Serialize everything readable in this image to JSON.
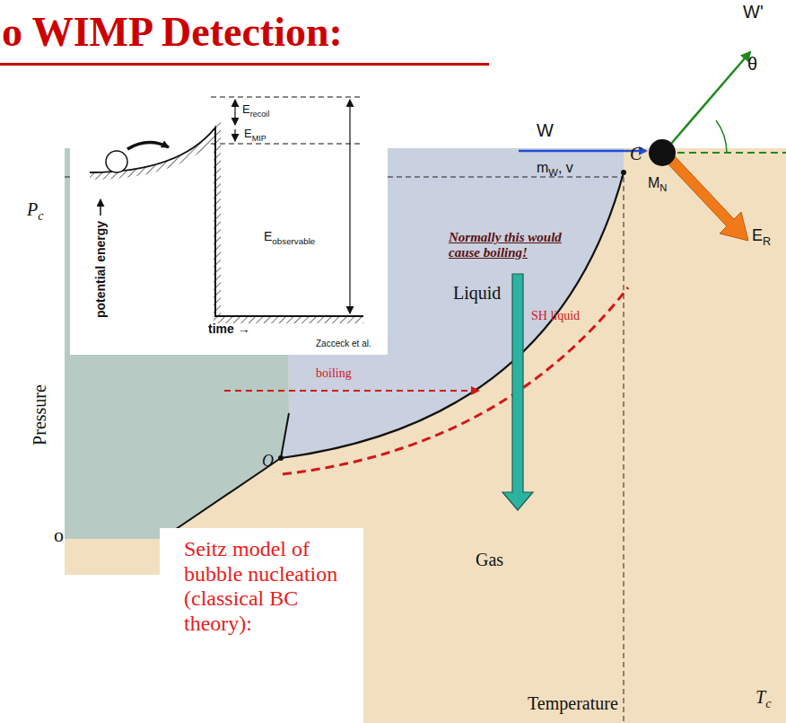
{
  "diagram": {
    "title": "o WIMP Detection:",
    "labels": [
      "W'",
      "θ",
      "W",
      "mW, v",
      "MN",
      "ER",
      "Erecoil",
      "EMIP",
      "Eobservable",
      "potential energy",
      "time →",
      "Zacceck et al.",
      "Normally this would cause boiling!",
      "C",
      "Pc",
      "Liquid",
      "boiling",
      "SH liquid",
      "O",
      "Pressure",
      "Gas",
      "Temperature",
      "Tc",
      "Seitz model of bubble nucleation (classical BC theory):",
      "o"
    ]
  }
}
